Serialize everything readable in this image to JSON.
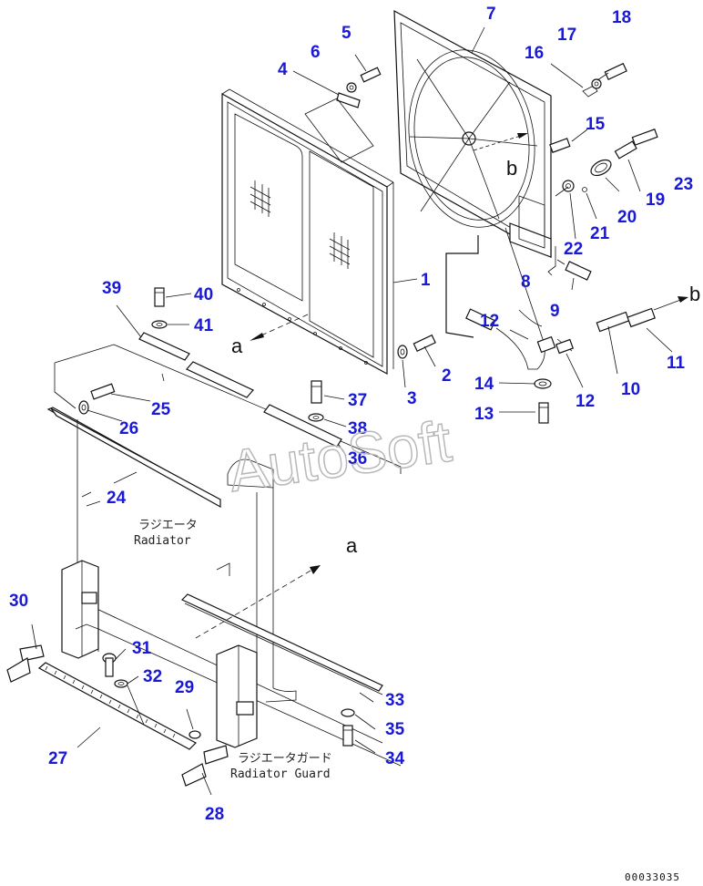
{
  "watermark": "AutoSoft",
  "diagram_code": "00033035",
  "labels": {
    "radiator_jp": "ラジエータ",
    "radiator_en": "Radiator",
    "guard_jp": "ラジエータガード",
    "guard_en": "Radiator Guard"
  },
  "refs": {
    "a": "a",
    "b": "b"
  },
  "parts": [
    "1",
    "2",
    "3",
    "4",
    "5",
    "6",
    "7",
    "8",
    "9",
    "10",
    "11",
    "12",
    "13",
    "14",
    "15",
    "16",
    "17",
    "18",
    "19",
    "20",
    "21",
    "22",
    "23",
    "24",
    "25",
    "26",
    "27",
    "28",
    "29",
    "30",
    "31",
    "32",
    "33",
    "34",
    "35",
    "36",
    "37",
    "38",
    "39",
    "40",
    "41"
  ],
  "callouts": [
    {
      "id": "1",
      "text": "1"
    },
    {
      "id": "2",
      "text": "2"
    },
    {
      "id": "3",
      "text": "3"
    },
    {
      "id": "4",
      "text": "4"
    },
    {
      "id": "5",
      "text": "5"
    },
    {
      "id": "6",
      "text": "6"
    },
    {
      "id": "7",
      "text": "7"
    },
    {
      "id": "8",
      "text": "8"
    },
    {
      "id": "9",
      "text": "9"
    },
    {
      "id": "10",
      "text": "10"
    },
    {
      "id": "11",
      "text": "11"
    },
    {
      "id": "12a",
      "text": "12"
    },
    {
      "id": "12b",
      "text": "12"
    },
    {
      "id": "13",
      "text": "13"
    },
    {
      "id": "14",
      "text": "14"
    },
    {
      "id": "15",
      "text": "15"
    },
    {
      "id": "16",
      "text": "16"
    },
    {
      "id": "17",
      "text": "17"
    },
    {
      "id": "18",
      "text": "18"
    },
    {
      "id": "19",
      "text": "19"
    },
    {
      "id": "20",
      "text": "20"
    },
    {
      "id": "21",
      "text": "21"
    },
    {
      "id": "22",
      "text": "22"
    },
    {
      "id": "23",
      "text": "23"
    },
    {
      "id": "24",
      "text": "24"
    },
    {
      "id": "25",
      "text": "25"
    },
    {
      "id": "26",
      "text": "26"
    },
    {
      "id": "27",
      "text": "27"
    },
    {
      "id": "28",
      "text": "28"
    },
    {
      "id": "29",
      "text": "29"
    },
    {
      "id": "30",
      "text": "30"
    },
    {
      "id": "31",
      "text": "31"
    },
    {
      "id": "32",
      "text": "32"
    },
    {
      "id": "33",
      "text": "33"
    },
    {
      "id": "34",
      "text": "34"
    },
    {
      "id": "35",
      "text": "35"
    },
    {
      "id": "36",
      "text": "36"
    },
    {
      "id": "37",
      "text": "37"
    },
    {
      "id": "38",
      "text": "38"
    },
    {
      "id": "39",
      "text": "39"
    },
    {
      "id": "40",
      "text": "40"
    },
    {
      "id": "41",
      "text": "41"
    }
  ]
}
